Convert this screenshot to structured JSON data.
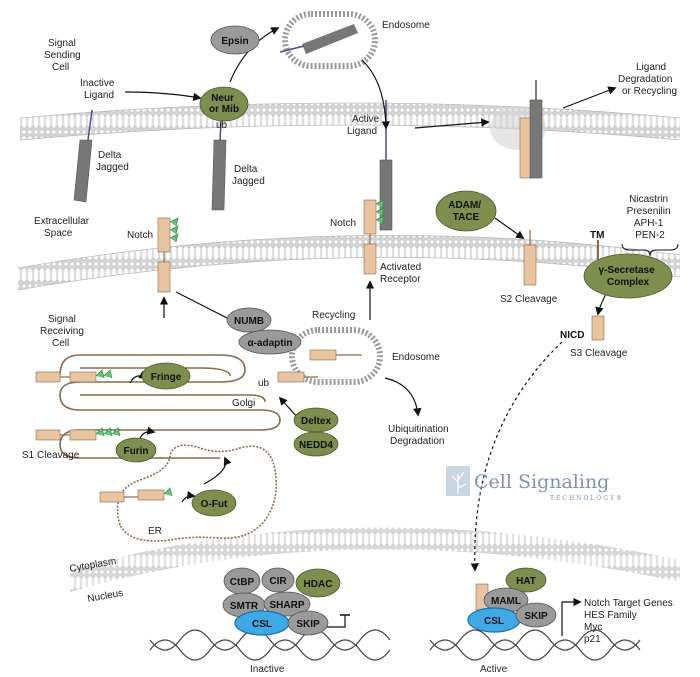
{
  "labels": {
    "signal_sending_cell": [
      "Signal",
      "Sending",
      "Cell"
    ],
    "inactive_ligand": [
      "Inactive",
      "Ligand"
    ],
    "endosome_top": "Endosome",
    "active_ligand": [
      "Active",
      "Ligand"
    ],
    "ligand_fate": [
      "Ligand",
      "Degradation",
      "or Recycling"
    ],
    "delta_jagged_1": [
      "Delta",
      "Jagged"
    ],
    "delta_jagged_2": [
      "Delta",
      "Jagged"
    ],
    "ub_top": "ub",
    "extracellular_space": [
      "Extracellular",
      "Space"
    ],
    "notch_left": "Notch",
    "notch_mid": "Notch",
    "activated_receptor": [
      "Activated",
      "Receptor"
    ],
    "secretase_components": [
      "Nicastrin",
      "Presenilin",
      "APH-1",
      "PEN-2"
    ],
    "tm": "TM",
    "s2_cleavage": "S2 Cleavage",
    "nicd": "NICD",
    "s3_cleavage": "S3 Cleavage",
    "signal_receiving_cell": [
      "Signal",
      "Receiving",
      "Cell"
    ],
    "recycling": "Recycling",
    "endosome_mid": "Endosome",
    "ub_mid": "ub",
    "golgi": "Golgi",
    "s1_cleavage": "S1 Cleavage",
    "ubiquitination": [
      "Ubiquitination",
      "Degradation"
    ],
    "er": "ER",
    "cytoplasm": "Cytoplasm",
    "nucleus": "Nucleus",
    "inactive": "Inactive",
    "active": "Active",
    "targets": [
      "Notch Target Genes",
      "HES Family",
      "Myc",
      "p21"
    ]
  },
  "nodes": {
    "epsin": "Epsin",
    "neur_mib": [
      "Neur",
      "or Mib"
    ],
    "adam_tace": [
      "ADAM/",
      "TACE"
    ],
    "gamma_secretase": [
      "γ-Secretase",
      "Complex"
    ],
    "numb": "NUMB",
    "alpha_adaptin": "α-adaptin",
    "fringe": "Fringe",
    "furin": "Furin",
    "deltex": "Deltex",
    "nedd4": "NEDD4",
    "o_fut": "O-Fut",
    "ctbp": "CtBP",
    "cir": "CIR",
    "hdac": "HDAC",
    "smtr": "SMTR",
    "sharp": "SHARP",
    "csl_inactive": "CSL",
    "skip_inactive": "SKIP",
    "hat": "HAT",
    "maml": "MAML",
    "csl_active": "CSL",
    "skip_active": "SKIP"
  },
  "logo": {
    "line1": "Cell Signaling",
    "line2": "TECHNOLOGY®"
  },
  "colors": {
    "olive": "#7d8e4e",
    "gray_node": "#9a9a9a",
    "csl_blue": "#3fa9e6",
    "receptor": "#e8c4a0",
    "ligand": "#777777",
    "golgi": "#8a6a4a",
    "membrane": "#c8c8c8",
    "logo": "#7d95ab"
  }
}
